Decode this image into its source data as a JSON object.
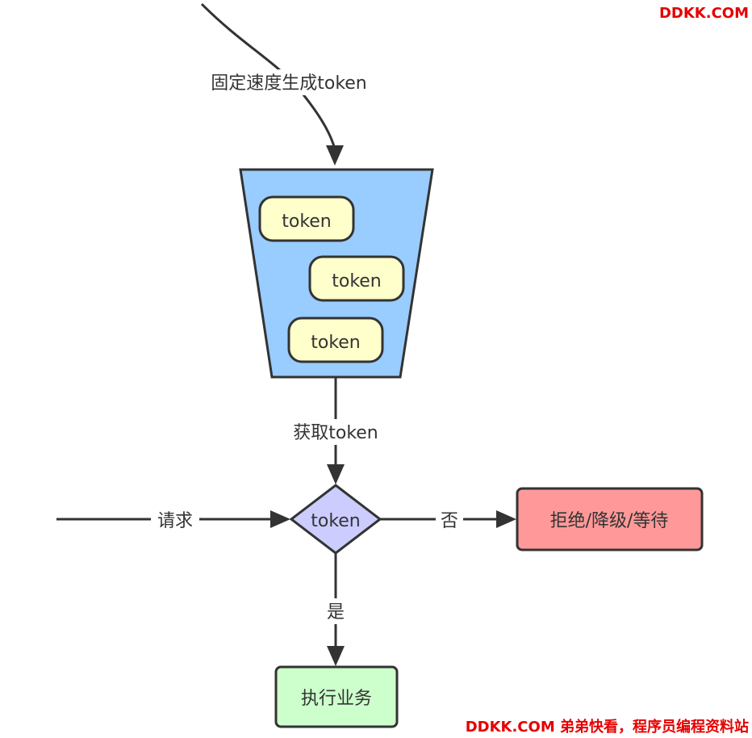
{
  "labels": {
    "generate": "固定速度生成token",
    "tokens": [
      "token",
      "token",
      "token"
    ],
    "acquire": "获取token",
    "request": "请求",
    "decision": "token",
    "no": "否",
    "reject": "拒绝/降级/等待",
    "yes": "是",
    "execute": "执行业务"
  },
  "watermark": {
    "top": "DDKK.COM",
    "bottom": "DDKK.COM 弟弟快看，程序员编程资料站"
  },
  "colors": {
    "bucket": "#99ccff",
    "token": "#ffffcc",
    "decision": "#ccccff",
    "reject": "#ff9999",
    "execute": "#ccffcc",
    "stroke": "#333333",
    "watermark": "#e60000"
  }
}
